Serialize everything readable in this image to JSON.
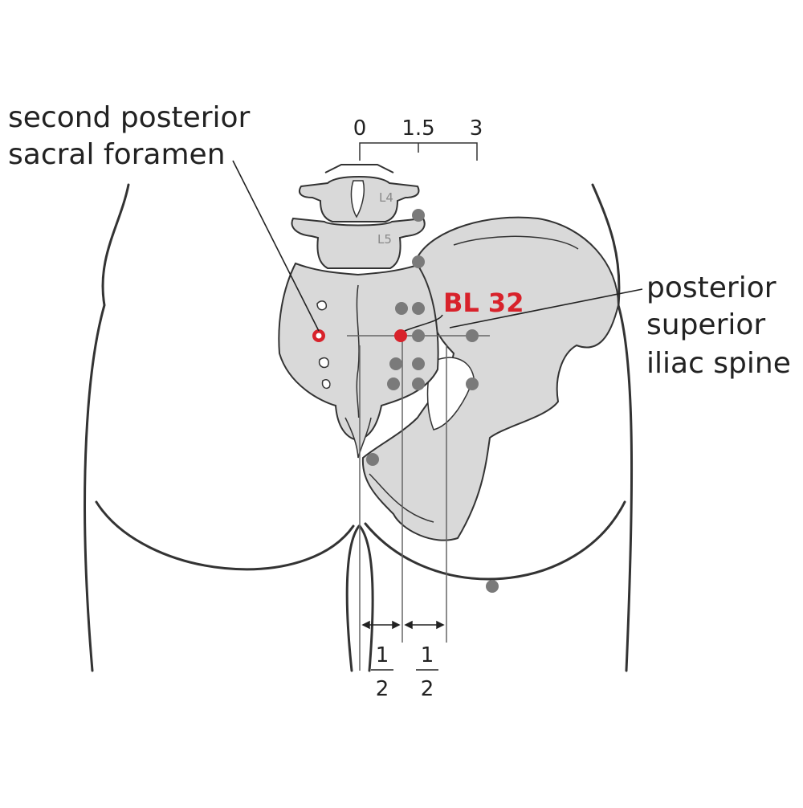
{
  "labels": {
    "foramen_line1": "second posterior",
    "foramen_line2": "sacral foramen",
    "point_name": "BL 32",
    "psis_line1": "posterior",
    "psis_line2": "superior",
    "psis_line3": "iliac spine"
  },
  "scale": {
    "tick0": "0",
    "tick1": "1.5",
    "tick2": "3"
  },
  "vertebrae": {
    "l4": "L4",
    "l5": "L5"
  },
  "fractions": [
    {
      "numerator": "1",
      "denominator": "2"
    },
    {
      "numerator": "1",
      "denominator": "2"
    }
  ],
  "colors": {
    "highlight": "#d8222b",
    "point": "#7a7a7a",
    "bone_fill": "#d9d9d9",
    "outline": "#333333"
  }
}
